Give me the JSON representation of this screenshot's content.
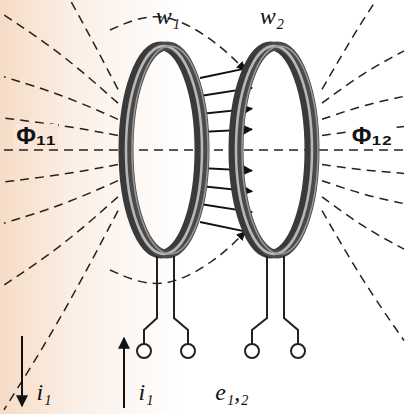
{
  "diagram": {
    "labels": [
      "w₁",
      "w₂",
      "Φ₁₁",
      "Φ₁₂",
      "i₁",
      "i₁",
      "e₁,₂"
    ]
  }
}
